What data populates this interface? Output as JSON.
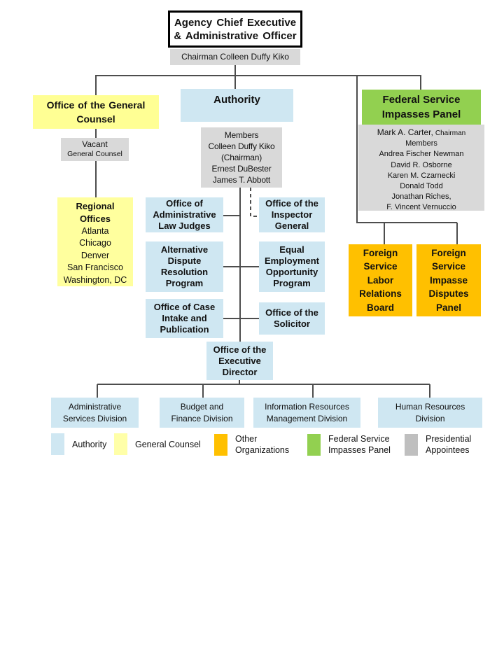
{
  "colors": {
    "authority_blue": "#cfe7f2",
    "general_counsel_yellow": "#ffff94",
    "regional_yellow": "#ffff9e",
    "legend_yellow": "#ffffa8",
    "other_orange": "#ffc000",
    "impasses_green": "#92d050",
    "appointees_gray": "#d9d9d9",
    "legend_gray": "#bfbfbf"
  },
  "root": {
    "title": [
      "Agency Chief Executive",
      "& Administrative  Officer"
    ],
    "appointee": "Chairman Colleen Duffy Kiko"
  },
  "general_counsel": {
    "title": [
      "Office of the General",
      "Counsel"
    ],
    "vacancy": {
      "name": "Vacant",
      "role": "General Counsel"
    },
    "regional_offices": {
      "title": [
        "Regional",
        "Offices"
      ],
      "locations": [
        "Atlanta",
        "Chicago",
        "Denver",
        "San Francisco",
        "Washington, DC"
      ]
    }
  },
  "authority": {
    "title": "Authority",
    "members": [
      "Members",
      "Colleen Duffy Kiko",
      "(Chairman)",
      "Ernest DuBester",
      "James T. Abbott"
    ]
  },
  "impasses_panel": {
    "title": [
      "Federal Service",
      "Impasses Panel"
    ],
    "chairman_name": "Mark A.  Carter,",
    "chairman_title": "Chairman",
    "members": [
      "Members",
      "Andrea Fischer Newman",
      "David R. Osborne",
      "Karen M. Czarnecki",
      "Donald Todd",
      "Jonathan Riches,",
      "F. Vincent Vernuccio"
    ]
  },
  "offices": {
    "administrative_law_judges": [
      "Office of",
      "Administrative",
      "Law Judges"
    ],
    "inspector_general": [
      "Office of the",
      "Inspector",
      "General"
    ],
    "adr_program": [
      "Alternative",
      "Dispute",
      "Resolution",
      "Program"
    ],
    "eeo_program": [
      "Equal",
      "Employment",
      "Opportunity",
      "Program"
    ],
    "case_intake": [
      "Office of Case",
      "Intake and",
      "Publication"
    ],
    "solicitor": [
      "Office of the",
      "Solicitor"
    ],
    "executive_director": [
      "Office of the",
      "Executive",
      "Director"
    ]
  },
  "other_organizations": {
    "labor_relations_board": [
      "Foreign",
      "Service",
      "Labor",
      "Relations",
      "Board"
    ],
    "impasse_disputes_panel": [
      "Foreign",
      "Service",
      "Impasse",
      "Disputes",
      "Panel"
    ]
  },
  "divisions": {
    "administrative_services": [
      "Administrative",
      "Services Division"
    ],
    "budget_finance": [
      "Budget and",
      "Finance Division"
    ],
    "information_resources": [
      "Information Resources",
      "Management Division"
    ],
    "human_resources": [
      "Human Resources",
      "Division"
    ]
  },
  "legend": {
    "authority": "Authority",
    "general_counsel": "General Counsel",
    "other_organizations": [
      "Other",
      "Organizations"
    ],
    "impasses_panel": [
      "Federal Service",
      "Impasses Panel"
    ],
    "presidential_appointees": [
      "Presidential",
      "Appointees"
    ]
  }
}
